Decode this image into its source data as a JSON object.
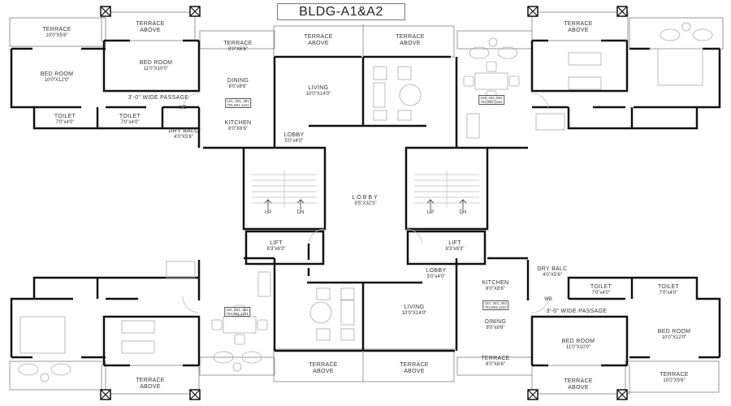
{
  "title": "BLDG-A1&A2",
  "rooms": {
    "tl_terrace": {
      "name": "TERRACE",
      "dim": "10'0\"X5'6\""
    },
    "tl_bed1": {
      "name": "BED ROOM",
      "dim": "10'0\"X12'0\""
    },
    "tl_bed2": {
      "name": "BED ROOM",
      "dim": "11'0\"X10'0\""
    },
    "tl_terrace_above": {
      "name": "TERRACE",
      "dim": "ABOVE"
    },
    "tl_passage": {
      "name": "3'-0\" WIDE PASSAGE"
    },
    "tl_wb": {
      "name": "WB"
    },
    "tl_toilet1": {
      "name": "TOILET",
      "dim": "7'0\"x4'0\""
    },
    "tl_toilet2": {
      "name": "TOILET",
      "dim": "7'0\"x4'0\""
    },
    "tl_drybalc": {
      "name": "DRY BALC",
      "dim": "4'0\"X5'6\""
    },
    "tl_terrace2": {
      "name": "TERRACE",
      "dim": "8'0\"X6'6\""
    },
    "tl_dining": {
      "name": "DINING",
      "dim": "8'0\"x8'6\""
    },
    "tl_kitchen": {
      "name": "KITCHEN",
      "dim": "8'0\"X8'6\""
    },
    "tl_flat_tag": {
      "line1": "101, 201, 301",
      "line2": "701,801,1101"
    },
    "tl_living": {
      "name": "LIVING",
      "dim": "10'0\"X14'0\""
    },
    "tl_lobby": {
      "name": "LOBBY",
      "dim": "5'0\"x4'0\""
    },
    "tc_terrace_above1": {
      "name": "TERRACE",
      "dim": "ABOVE"
    },
    "tc_terrace_above2": {
      "name": "TERRACE",
      "dim": "ABOVE"
    },
    "tr_terrace_above": {
      "name": "TERRACE",
      "dim": "ABOVE"
    },
    "tr_flat_tag": {
      "line1": "102, 202, 302",
      "line2": "702,802,1102"
    },
    "lobby": {
      "name": "LOBBY",
      "dim": "9'5\"X32'3\""
    },
    "stair_l_up": "UP",
    "stair_l_dn": "DN",
    "stair_r_up": "UP",
    "stair_r_dn": "DN",
    "lift_l": {
      "name": "LIFT",
      "dim": "6'3\"x6'3\""
    },
    "lift_r": {
      "name": "LIFT",
      "dim": "6'3\"x6'3\""
    },
    "bl_flat_tag": {
      "line1": "104, 204, 304",
      "line2": "704,804,1104"
    },
    "bl_terrace_above": {
      "name": "TERRACE",
      "dim": "ABOVE"
    },
    "bc_terrace_above1": {
      "name": "TERRACE",
      "dim": "ABOVE"
    },
    "bc_terrace_above2": {
      "name": "TERRACE",
      "dim": "ABOVE"
    },
    "br_lobby": {
      "name": "LOBBY",
      "dim": "5'0\"x4'0\""
    },
    "br_living": {
      "name": "LIVING",
      "dim": "10'0\"X14'0\""
    },
    "br_kitchen": {
      "name": "KITCHEN",
      "dim": "8'0\"X8'6\""
    },
    "br_flat_tag": {
      "line1": "103, 203, 303",
      "line2": "703,803,1103"
    },
    "br_dining": {
      "name": "DINING",
      "dim": "8'0\"x8'6\""
    },
    "br_terrace": {
      "name": "TERRACE",
      "dim": "8'0\"X6'6\""
    },
    "br_drybalc": {
      "name": "DRY BALC",
      "dim": "4'0\"X5'6\""
    },
    "br_wb": {
      "name": "WB"
    },
    "br_passage": {
      "name": "3'-0\" WIDE PASSAGE"
    },
    "br_toilet1": {
      "name": "TOILET",
      "dim": "7'0\"x4'0\""
    },
    "br_toilet2": {
      "name": "TOILET",
      "dim": "7'0\"x4'0\""
    },
    "br_bed1": {
      "name": "BED ROOM",
      "dim": "11'0\"X10'0\""
    },
    "br_bed2": {
      "name": "BED ROOM",
      "dim": "10'0\"X12'0\""
    },
    "br_terrace_above": {
      "name": "TERRACE",
      "dim": "ABOVE"
    },
    "br_terrace2": {
      "name": "TERRACE",
      "dim": "10'0\"X5'6\""
    }
  }
}
